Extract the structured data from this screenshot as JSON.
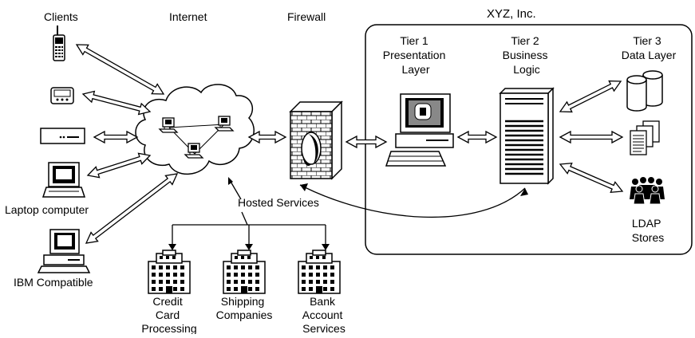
{
  "headers": {
    "clients": "Clients",
    "internet": "Internet",
    "firewall": "Firewall",
    "company": "XYZ, Inc."
  },
  "tiers": {
    "tier1": [
      "Tier 1",
      "Presentation",
      "Layer"
    ],
    "tier2": [
      "Tier 2",
      "Business",
      "Logic"
    ],
    "tier3": [
      "Tier 3",
      "Data Layer"
    ]
  },
  "labels": {
    "laptop": "Laptop computer",
    "ibm": "IBM Compatible",
    "hosted": "Hosted Services",
    "ldap": [
      "LDAP",
      "Stores"
    ],
    "credit": [
      "Credit",
      "Card",
      "Processing"
    ],
    "shipping": [
      "Shipping",
      "Companies"
    ],
    "bank": [
      "Bank",
      "Account",
      "Services"
    ]
  },
  "colors": {
    "stroke": "#000000",
    "fill": "#ffffff",
    "shade": "#888888"
  },
  "icons": [
    "cell-phone-icon",
    "pager-icon",
    "set-top-box-icon",
    "laptop-icon",
    "desktop-pc-icon",
    "internet-cloud-icon",
    "firewall-icon",
    "workstation-icon",
    "server-icon",
    "database-icon",
    "documents-icon",
    "people-icon",
    "building-icon"
  ]
}
